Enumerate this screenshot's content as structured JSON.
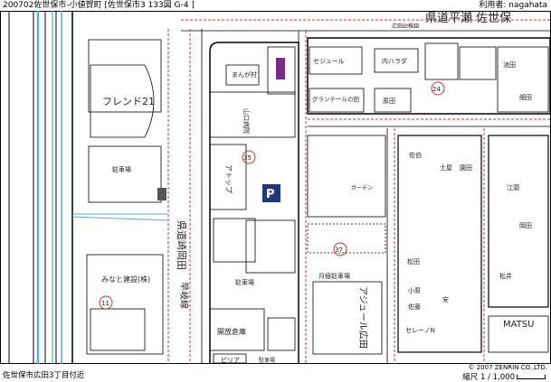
{
  "header": {
    "left": "200702佐世保市-小値賀町 [佐世保市3 133図 G-4 ]",
    "right": "利用者: nagahata"
  },
  "footer": {
    "left": "佐世保市広田3丁目付近",
    "scale": "縮尺 1 / 1,000",
    "copyright": "© 2007 ZENRIN CO.,LTD."
  },
  "roads": {
    "prefectural_top": "県道平瀬 佐世保",
    "prefectural_left": "県道崎岡田",
    "side_label": "早岐線"
  },
  "labels": {
    "friend21": "フレンド21",
    "parking1": "駐車場",
    "minato": "みなと建設(株)",
    "manga": "まんが村",
    "yamaguchi": "山口病院",
    "atopu": "アトップ",
    "parking_mark": "P",
    "parking2": "駐車場",
    "kaihou": "開放倉庫",
    "pira": "ピリア",
    "parking3": "駐車場",
    "hirota_kindergarten": "広田幼稚園",
    "sejour": "セジュール",
    "harada": "内ハラダ",
    "grande": "グランテールの田",
    "harada2": "原田",
    "num24": "24",
    "num35": "35",
    "num37": "37",
    "num11": "11",
    "azure": "アジュール広田",
    "gekkei": "月極駐車場",
    "sasebo": "佐伯",
    "garden": "ガーデン",
    "tsuchiya": "土屋",
    "sonoda": "園田",
    "matsuda": "松田",
    "ohara": "小原",
    "sato": "佐藤",
    "yasu": "安",
    "matsu": "MATSU",
    "sereno": "セレーノN",
    "okada": "岡田",
    "matsui": "松井",
    "eda": "江頭",
    "hosoda": "細田",
    "ikeda": "池田"
  }
}
